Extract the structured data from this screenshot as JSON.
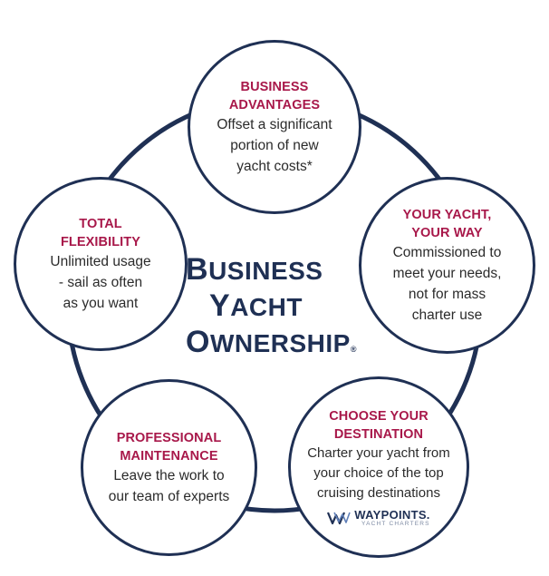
{
  "diagram": {
    "center": {
      "line1": "Business",
      "line2": "Yacht",
      "line3": "Ownership",
      "registered_mark": "®"
    },
    "nodes": [
      {
        "title": "BUSINESS\nADVANTAGES",
        "body": "Offset a significant\nportion of new\nyacht costs*"
      },
      {
        "title": "YOUR YACHT,\nYOUR WAY",
        "body": "Commissioned to\nmeet your needs,\nnot for mass\ncharter use"
      },
      {
        "title": "CHOOSE YOUR\nDESTINATION",
        "body": "Charter your yacht from\nyour choice of the top\ncruising destinations"
      },
      {
        "title": "PROFESSIONAL\nMAINTENANCE",
        "body": "Leave the work to\nour team of experts"
      },
      {
        "title": "TOTAL\nFLEXIBILITY",
        "body": "Unlimited usage\n- sail as often\nas you want"
      }
    ],
    "logo": {
      "name": "WAYPOINTS.",
      "subtitle": "YACHT CHARTERS",
      "icon": "waypoints-w-logo-icon"
    },
    "colors": {
      "ring": "#1f3054",
      "title": "#a8184a",
      "body": "#2b2b2b"
    }
  }
}
